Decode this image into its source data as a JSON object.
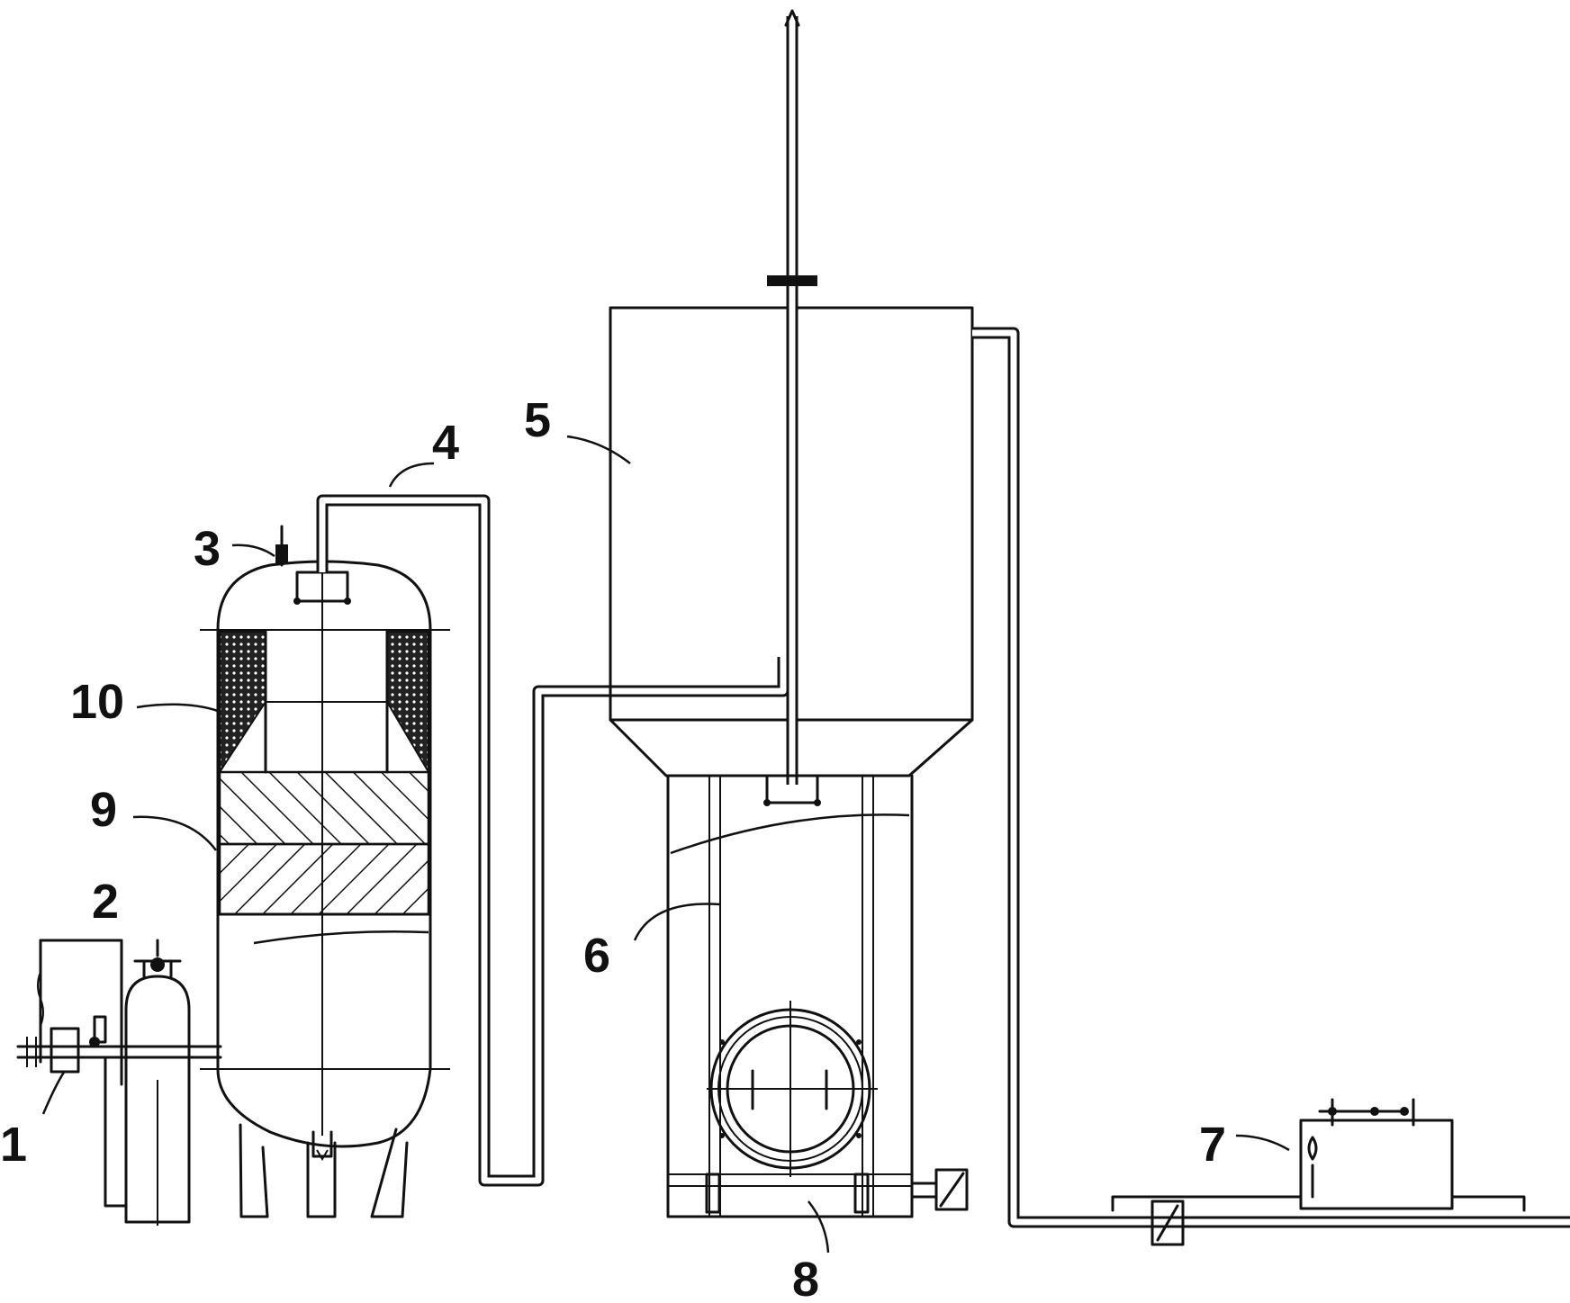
{
  "diagram": {
    "labels": [
      "1",
      "2",
      "3",
      "4",
      "5",
      "6",
      "7",
      "8",
      "9",
      "10"
    ]
  },
  "colors": {
    "line": "#111111",
    "background": "#ffffff"
  }
}
